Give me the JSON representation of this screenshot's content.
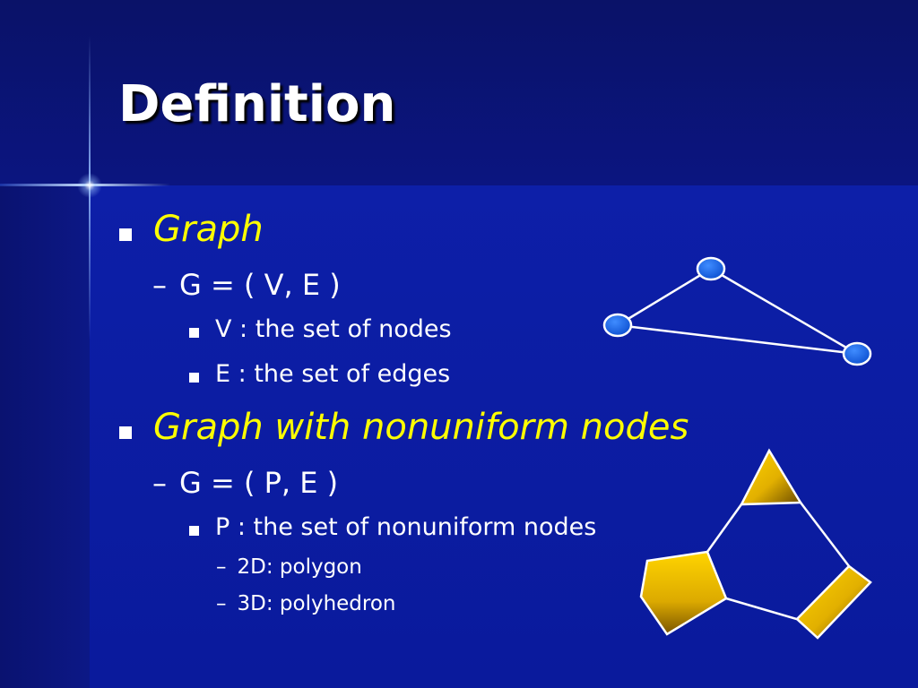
{
  "slide": {
    "title": "Definition",
    "bullets": [
      {
        "heading": "Graph",
        "formula": "G = ( V, E )",
        "items": [
          "V : the set of nodes",
          "E : the set of edges"
        ]
      },
      {
        "heading": "Graph with nonuniform nodes",
        "formula": "G = ( P, E )",
        "items": [
          "P : the set of nonuniform nodes"
        ],
        "subitems": [
          "2D: polygon",
          "3D: polyhedron"
        ]
      }
    ],
    "dash_glyph": "–"
  },
  "colors": {
    "accent": "#ffff00",
    "text": "#ffffff",
    "background": "#0a1a9e",
    "node_blue": "#1a6be8",
    "node_gold": "#f2c400"
  }
}
